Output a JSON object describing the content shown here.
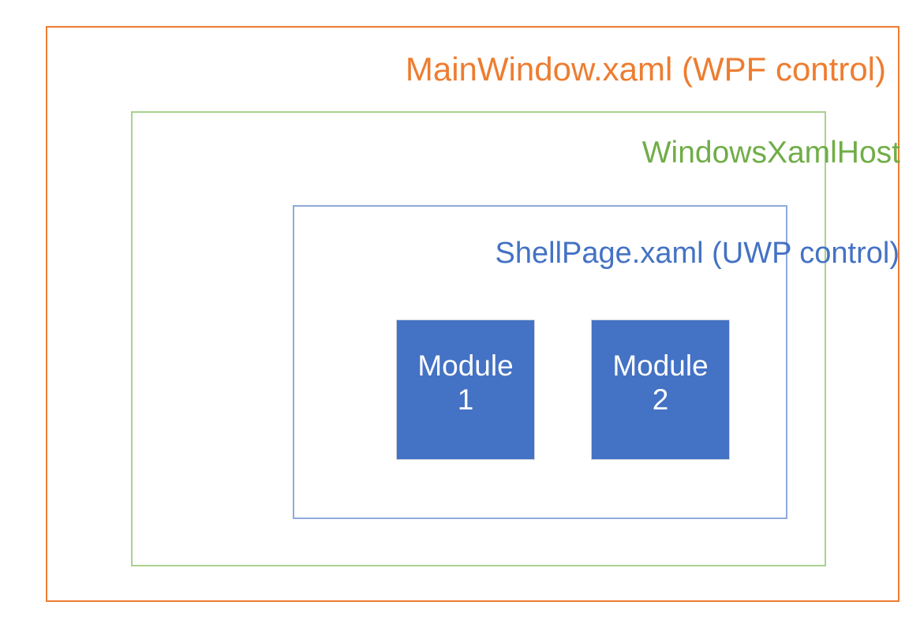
{
  "diagram": {
    "title": "MainWindow.xaml (WPF control)",
    "type": "nested-containment-diagram",
    "background_color": "#FFFFFF",
    "layers": [
      {
        "id": "wpf-window",
        "label": "MainWindow.xaml (WPF control)",
        "border_color": "#ED7D31",
        "text_color": "#ED7D31",
        "level": 1
      },
      {
        "id": "windows-xaml-host",
        "label": "WindowsXamlHost",
        "border_color": "#A9D18E",
        "text_color": "#70AD47",
        "level": 2
      },
      {
        "id": "shell-page",
        "label": "ShellPage.xaml (UWP control)",
        "border_color": "#8FAADC",
        "text_color": "#4472C4",
        "level": 3
      }
    ],
    "modules": [
      {
        "id": "module-1",
        "label": "Module",
        "number": "1",
        "fill_color": "#4472C4",
        "text_color": "#FFFFFF",
        "border_color": "#D0D4DC"
      },
      {
        "id": "module-2",
        "label": "Module",
        "number": "2",
        "fill_color": "#4472C4",
        "text_color": "#FFFFFF",
        "border_color": "#D0D4DC"
      }
    ]
  }
}
